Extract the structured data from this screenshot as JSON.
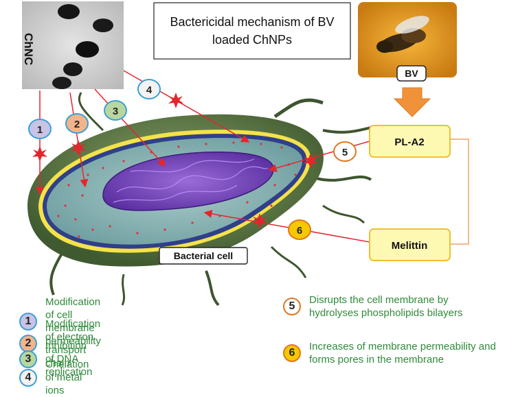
{
  "title": [
    "Bactericidal mechanism of BV",
    "loaded ChNPs"
  ],
  "chnc_label": "ChNC",
  "bv_label": "BV",
  "boxes": {
    "pla2": "PL-A2",
    "melittin": "Melittin",
    "bacterial_cell": "Bacterial cell"
  },
  "markers": [
    "1",
    "2",
    "3",
    "4",
    "5",
    "6"
  ],
  "colors": {
    "marker_1": "#c9c3e6",
    "marker_2": "#f2b48b",
    "marker_3": "#b8d7a0",
    "marker_4": "#f3f3f3",
    "marker_5": "#ffffff",
    "marker_6": "#f6c800",
    "marker_border_blue": "#3aa0d8",
    "marker_border_orange": "#e0771e",
    "arrow": "#e3262e",
    "box_fill": "#fdf9b3",
    "box_border": "#f0c030",
    "legend_text": "#2f8a3a"
  },
  "legend": [
    {
      "num": "1",
      "text": "Modification of cell membrane permeability"
    },
    {
      "num": "2",
      "text": "Modification of electron transport chain"
    },
    {
      "num": "3",
      "text": "Inhibition of DNA replication"
    },
    {
      "num": "4",
      "text": "Chelation of metal ions"
    },
    {
      "num": "5",
      "text": "Disrupts the cell membrane by hydrolyses phospholipids bilayers"
    },
    {
      "num": "6",
      "text": "Increases of  membrane permeability and forms pores in the membrane"
    }
  ]
}
